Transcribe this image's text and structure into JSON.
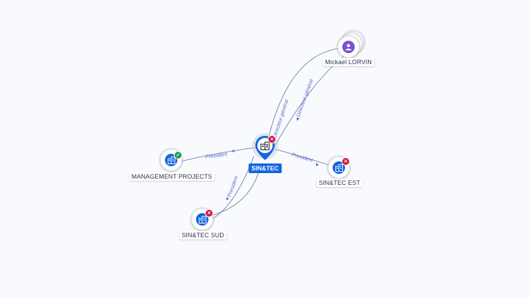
{
  "colors": {
    "accent": "#1565e0",
    "person": "#7b4fd6",
    "inactive_badge": "#d0143c",
    "active_badge": "#1f9d55",
    "edge": "#5f6b8a",
    "edge_label": "#5a6cd6"
  },
  "nodes": {
    "center": {
      "label": "SIN&TEC",
      "icon": "building-icon",
      "status": "x-icon"
    },
    "person": {
      "label": "Mickael LORVIN",
      "icon": "person-icon"
    },
    "management": {
      "label": "MANAGEMENT PROJECTS",
      "icon": "building-icon",
      "status": "check-icon"
    },
    "est": {
      "label": "SIN&TEC EST",
      "icon": "building-icon",
      "status": "x-icon"
    },
    "sud": {
      "label": "SIN&TEC SUD",
      "icon": "building-icon",
      "status": "x-icon"
    }
  },
  "edges": {
    "management_center": "President",
    "center_est": "President",
    "sud_center": "President",
    "person_center_a": "Directeur général",
    "person_center_b": "Directeur général"
  }
}
